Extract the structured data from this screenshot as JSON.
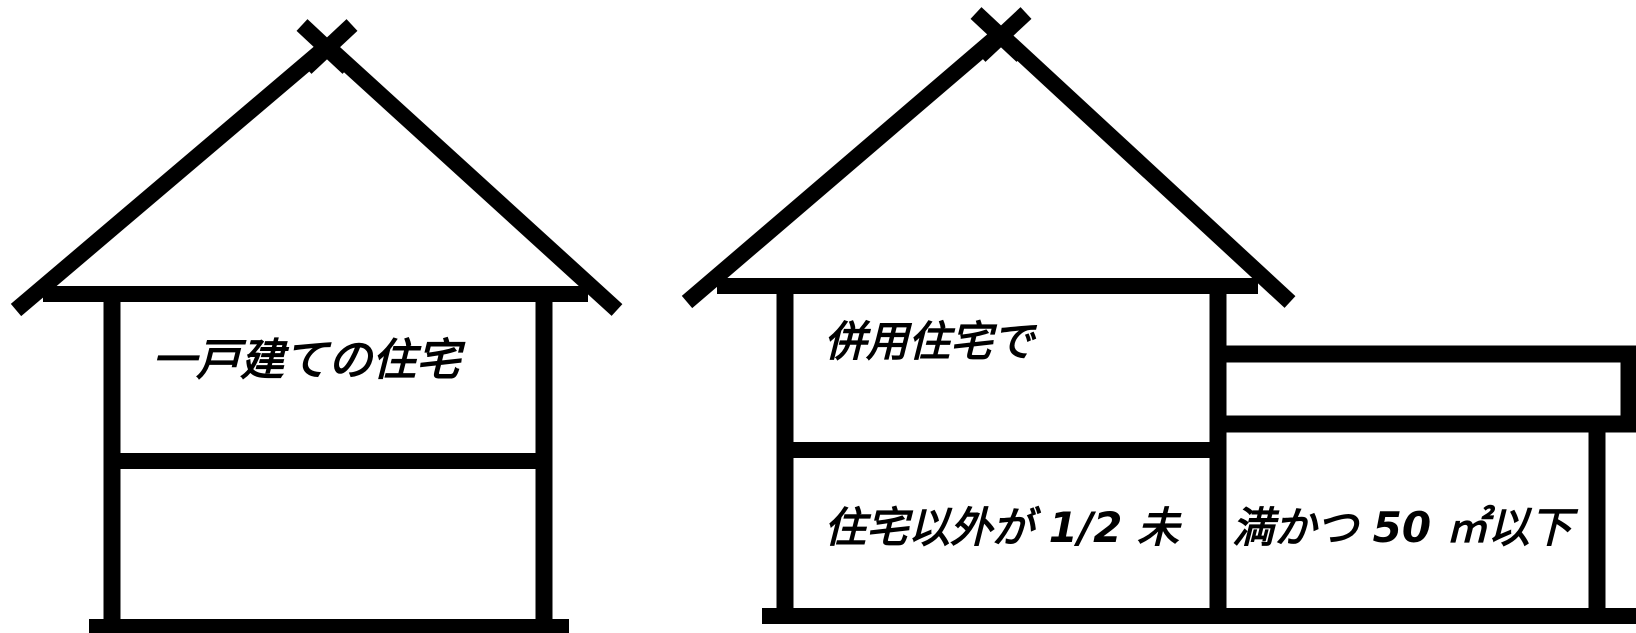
{
  "diagram": {
    "stroke_color": "#000000",
    "background_color": "#ffffff",
    "house_a": {
      "label": "一戸建ての住宅"
    },
    "house_b": {
      "label_top": "併用住宅で",
      "label_bottom_left": "住宅以外が 1/2 未",
      "label_bottom_right": "満かつ 50 ㎡以下"
    }
  }
}
